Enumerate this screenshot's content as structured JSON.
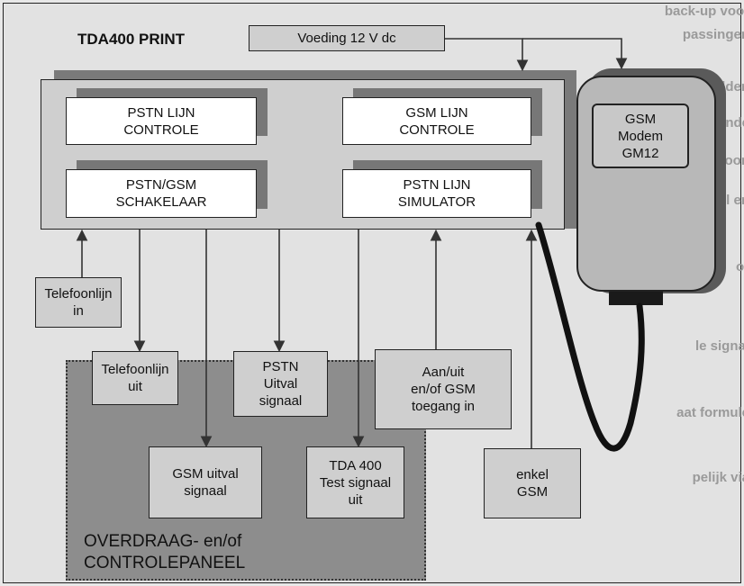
{
  "diagram": {
    "print_title": "TDA400 PRINT",
    "power": "Voeding 12 V dc",
    "pstn_control": "PSTN LIJN\nCONTROLE",
    "gsm_control": "GSM LIJN\nCONTROLE",
    "switch": "PSTN/GSM\nSCHAKELAAR",
    "simulator": "PSTN LIJN\nSIMULATOR",
    "modem": "GSM\nModem\nGM12",
    "line_in": "Telefoonlijn\nin",
    "line_out": "Telefoonlijn\nuit",
    "pstn_fail": "PSTN\nUitval\nsignaal",
    "onoff": "Aan/uit\nen/of GSM\ntoegang in",
    "gsm_fail": "GSM uitval\nsignaal",
    "test_signal": "TDA 400\nTest signaal\nuit",
    "gsm_only": "enkel\nGSM",
    "panel": "OVERDRAAG- en/of\nCONTROLEPANEEL"
  },
  "background_text": [
    "back-up voor",
    "passingen",
    "elden",
    "onde",
    "lefoon",
    "n bel en",
    "or",
    "le signal",
    "aat formule",
    "pelijk via"
  ],
  "colors": {
    "page": "#e2e2e2",
    "panel": "#8d8d8d",
    "print": "#cfcfcf",
    "shadow": "#777777"
  }
}
